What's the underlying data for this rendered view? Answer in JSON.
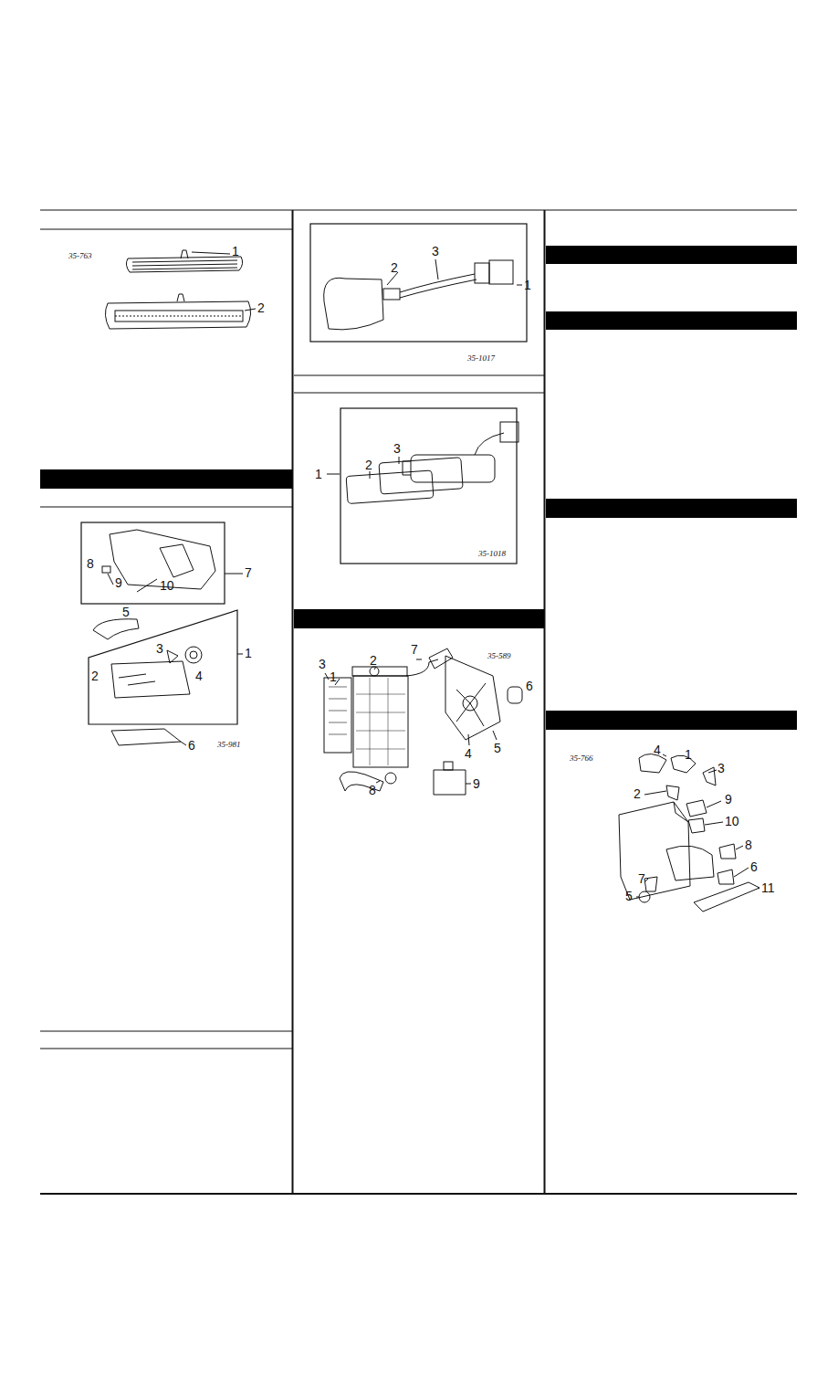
{
  "diagram": {
    "labels": [
      "35-763",
      "1",
      "2",
      "8",
      "9",
      "10",
      "7",
      "5",
      "3",
      "1",
      "4",
      "2",
      "6",
      "35-981",
      "2",
      "3",
      "1",
      "35-1017",
      "3",
      "2",
      "1",
      "35-1018",
      "3",
      "1",
      "2",
      "7",
      "35-589",
      "6",
      "4",
      "5",
      "8",
      "9",
      "35-766",
      "4",
      "1",
      "3",
      "2",
      "9",
      "10",
      "8",
      "6",
      "7",
      "5",
      "11"
    ]
  }
}
